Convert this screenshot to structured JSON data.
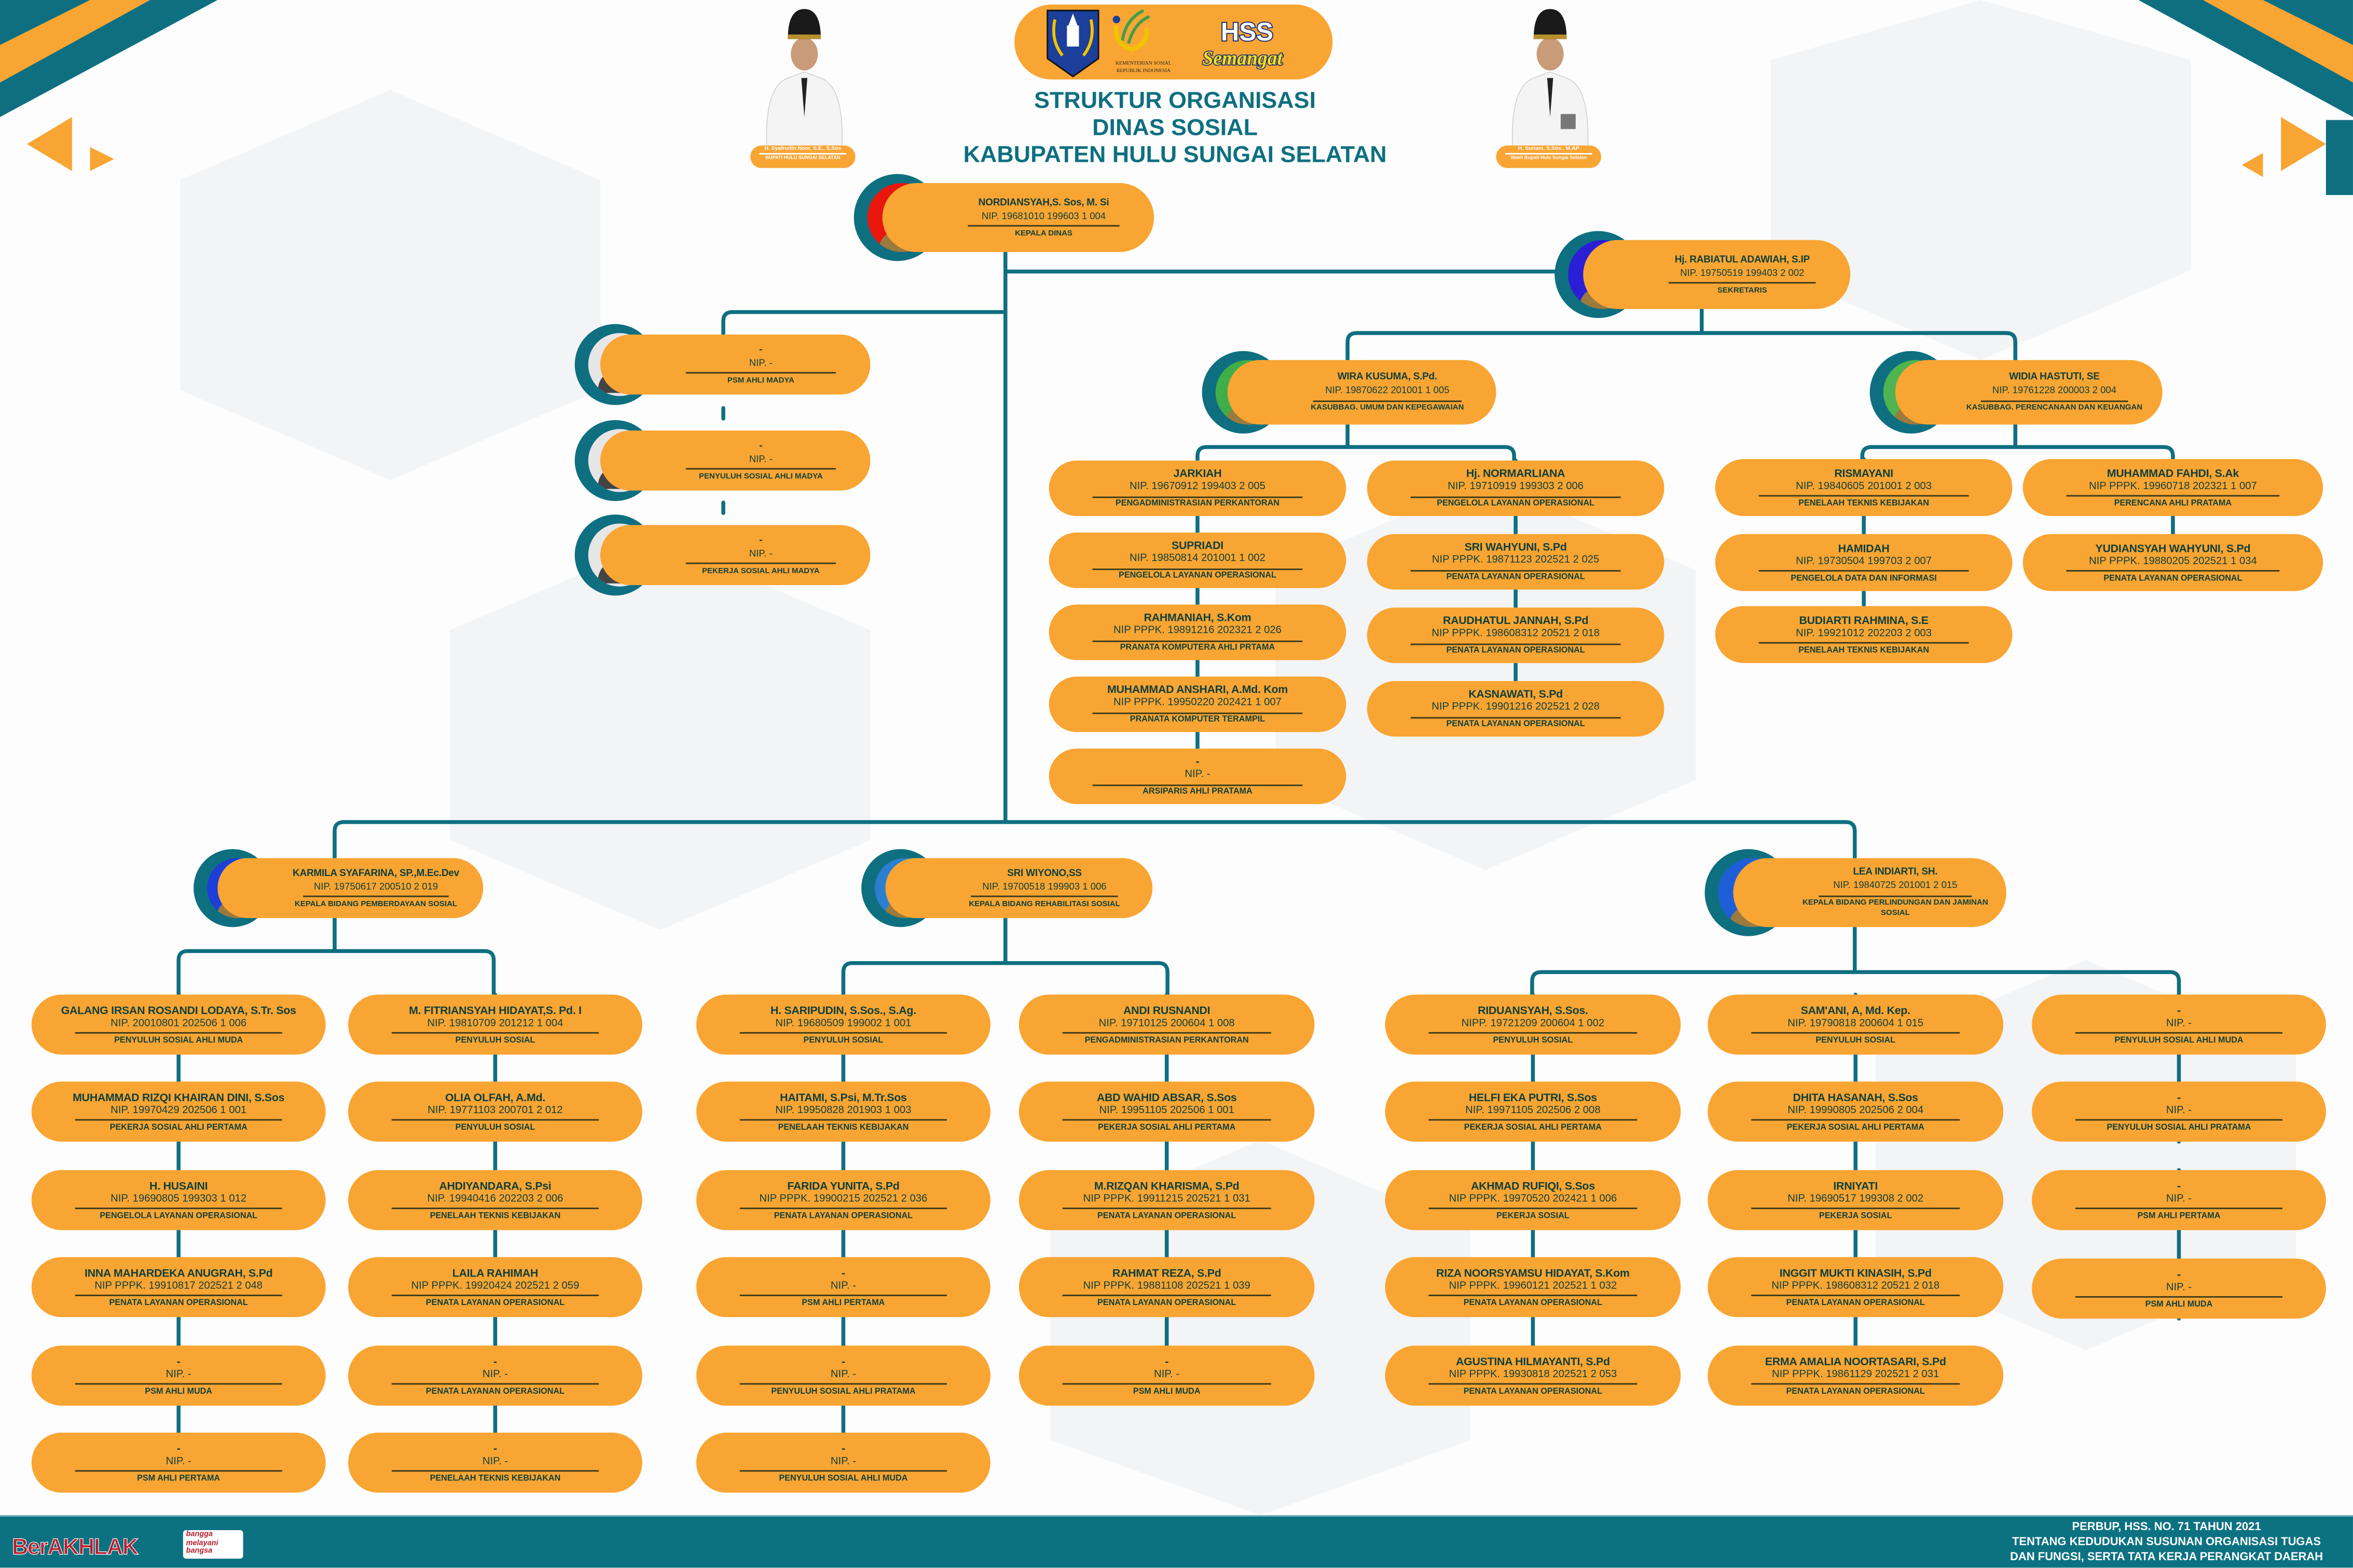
{
  "header": {
    "title_lines": [
      "STRUKTUR ORGANISASI",
      "DINAS SOSIAL",
      "KABUPATEN HULU SUNGAI SELATAN"
    ],
    "kemensos_logo_text": "KEMENTERIAN SOSIAL REPUBLIK INDONESIA",
    "brand_logo_text": "HSS Semangat"
  },
  "officials": [
    {
      "name": "H. Syafrudin Noor, S.E., S.Sos",
      "title": "BUPATI HULU SUNGAI SELATAN"
    },
    {
      "name": "H. Suriani, S.Sos., M.AP",
      "title": "Wakil Bupati Hulu Sungai Selatan"
    }
  ],
  "heads": {
    "kepala_dinas": {
      "name": "NORDIANSYAH,S. Sos, M. Si",
      "nip": "NIP. 19681010 199603 1 004",
      "position": "KEPALA DINAS",
      "photo_bg": "#e8160c"
    },
    "sekretaris": {
      "name": "Hj. RABIATUL ADAWIAH, S.IP",
      "nip": "NIP. 19750519 199403 2 002",
      "position": "SEKRETARIS",
      "photo_bg": "#2a1fd6"
    },
    "kasubbag_umum": {
      "name": "WIRA KUSUMA, S.Pd.",
      "nip": "NIP. 19870622 201001 1 005",
      "position": "KASUBBAG. UMUM DAN KEPEGAWAIAN",
      "photo_bg": "#3fae49"
    },
    "kasubbag_perencanaan": {
      "name": "WIDIA HASTUTI, SE",
      "nip": "NIP. 19761228 200003 2 004",
      "position": "KASUBBAG. PERENCANAAN DAN KEUANGAN",
      "photo_bg": "#4fb34f"
    },
    "kabid_pemberdayaan": {
      "name": "KARMILA SYAFARINA, SP.,M.Ec.Dev",
      "nip": "NIP. 19750617 200510 2 019",
      "position": "KEPALA BIDANG PEMBERDAYAAN SOSIAL",
      "photo_bg": "#1d3fd8"
    },
    "kabid_rehabilitasi": {
      "name": "SRI WIYONO,SS",
      "nip": "NIP. 19700518 199903 1 006",
      "position": "KEPALA BIDANG REHABILITASI SOSIAL",
      "photo_bg": "#2c7fd0"
    },
    "kabid_perlindungan": {
      "name": "LEA INDIARTI, SH.",
      "nip": "NIP. 19840725 201001 2 015",
      "position": "KEPALA BIDANG PERLINDUNGAN DAN JAMINAN SOSIAL",
      "photo_bg": "#1e5fd8"
    }
  },
  "groups": {
    "fungsional_kadis": [
      {
        "name": "-",
        "nip": "NIP. -",
        "position": "PSM AHLI MADYA"
      },
      {
        "name": "-",
        "nip": "NIP. -",
        "position": "PENYULUH SOSIAL AHLI MADYA"
      },
      {
        "name": "-",
        "nip": "NIP. -",
        "position": "PEKERJA SOSIAL AHLI MADYA"
      }
    ],
    "umum_col1": [
      {
        "name": "JARKIAH",
        "nip": "NIP. 19670912 199403 2 005",
        "position": "PENGADMINISTRASIAN PERKANTORAN"
      },
      {
        "name": "SUPRIADI",
        "nip": "NIP. 19850814 201001 1 002",
        "position": "PENGELOLA LAYANAN OPERASIONAL"
      },
      {
        "name": "RAHMANIAH, S.Kom",
        "nip": "NIP PPPK. 19891216 202321 2 026",
        "position": "PRANATA KOMPUTERA AHLI PRTAMA"
      },
      {
        "name": "MUHAMMAD ANSHARI, A.Md. Kom",
        "nip": "NIP PPPK. 19950220 202421 1 007",
        "position": "PRANATA KOMPUTER TERAMPIL"
      },
      {
        "name": "-",
        "nip": "NIP. -",
        "position": "ARSIPARIS AHLI PRATAMA"
      }
    ],
    "umum_col2": [
      {
        "name": "Hj. NORMARLIANA",
        "nip": "NIP. 19710919 199303 2 006",
        "position": "PENGELOLA LAYANAN OPERASIONAL"
      },
      {
        "name": "SRI WAHYUNI, S.Pd",
        "nip": "NIP PPPK. 19871123 202521 2 025",
        "position": "PENATA LAYANAN OPERASIONAL"
      },
      {
        "name": "RAUDHATUL JANNAH, S.Pd",
        "nip": "NIP PPPK. 198608312 20521 2 018",
        "position": "PENATA LAYANAN OPERASIONAL"
      },
      {
        "name": "KASNAWATI, S.Pd",
        "nip": "NIP PPPK. 19901216 202521 2 028",
        "position": "PENATA LAYANAN OPERASIONAL"
      }
    ],
    "perencanaan_col1": [
      {
        "name": "RISMAYANI",
        "nip": "NIP. 19840605 201001 2 003",
        "position": "PENELAAH TEKNIS KEBIJAKAN"
      },
      {
        "name": "HAMIDAH",
        "nip": "NIP. 19730504 199703 2 007",
        "position": "PENGELOLA DATA DAN INFORMASI"
      },
      {
        "name": "BUDIARTI RAHMINA, S.E",
        "nip": "NIP. 19921012 202203 2 003",
        "position": "PENELAAH TEKNIS KEBIJAKAN"
      }
    ],
    "perencanaan_col2": [
      {
        "name": "MUHAMMAD FAHDI, S.Ak",
        "nip": "NIP PPPK. 19960718 202321 1 007",
        "position": "PERENCANA AHLI PRATAMA"
      },
      {
        "name": "YUDIANSYAH WAHYUNI, S.Pd",
        "nip": "NIP PPPK. 19880205 202521 1 034",
        "position": "PENATA LAYANAN OPERASIONAL"
      }
    ],
    "pemberdayaan_col1": [
      {
        "name": "GALANG IRSAN ROSANDI LODAYA, S.Tr. Sos",
        "nip": "NIP. 20010801 202506 1 006",
        "position": "PENYULUH SOSIAL AHLI MUDA"
      },
      {
        "name": "MUHAMMAD RIZQI KHAIRAN DINI, S.Sos",
        "nip": "NIP. 19970429 202506 1 001",
        "position": "PEKERJA SOSIAL AHLI PERTAMA"
      },
      {
        "name": "H. HUSAINI",
        "nip": "NIP. 19690805 199303 1 012",
        "position": "PENGELOLA LAYANAN OPERASIONAL"
      },
      {
        "name": "INNA MAHARDEKA ANUGRAH, S.Pd",
        "nip": "NIP PPPK. 19910817 202521 2 048",
        "position": "PENATA LAYANAN OPERASIONAL"
      },
      {
        "name": "-",
        "nip": "NIP. -",
        "position": "PSM AHLI MUDA"
      },
      {
        "name": "-",
        "nip": "NIP. -",
        "position": "PSM AHLI PERTAMA"
      }
    ],
    "pemberdayaan_col2": [
      {
        "name": "M. FITRIANSYAH HIDAYAT,S. Pd. I",
        "nip": "NIP. 19810709 201212 1 004",
        "position": "PENYULUH SOSIAL"
      },
      {
        "name": "OLIA OLFAH, A.Md.",
        "nip": "NIP. 19771103 200701 2 012",
        "position": "PENYULUH SOSIAL"
      },
      {
        "name": "AHDIYANDARA, S.Psi",
        "nip": "NIP. 19940416 202203 2 006",
        "position": "PENELAAH TEKNIS KEBIJAKAN"
      },
      {
        "name": "LAILA RAHIMAH",
        "nip": "NIP PPPK. 19920424 202521 2 059",
        "position": "PENATA LAYANAN OPERASIONAL"
      },
      {
        "name": "-",
        "nip": "NIP. -",
        "position": "PENATA LAYANAN OPERASIONAL"
      },
      {
        "name": "-",
        "nip": "NIP. -",
        "position": "PENELAAH TEKNIS KEBIJAKAN"
      }
    ],
    "rehabilitasi_col1": [
      {
        "name": "H. SARIPUDIN, S.Sos., S.Ag.",
        "nip": "NIP. 19680509 199002 1 001",
        "position": "PENYULUH SOSIAL"
      },
      {
        "name": "HAITAMI, S.Psi, M.Tr.Sos",
        "nip": "NIP. 19950828 201903 1 003",
        "position": "PENELAAH TEKNIS KEBIJAKAN"
      },
      {
        "name": "FARIDA YUNITA, S.Pd",
        "nip": "NIP PPPK. 19900215 202521 2 036",
        "position": "PENATA LAYANAN OPERASIONAL"
      },
      {
        "name": "-",
        "nip": "NIP. -",
        "position": "PSM AHLI PERTAMA"
      },
      {
        "name": "-",
        "nip": "NIP. -",
        "position": "PENYULUH SOSIAL AHLI PRATAMA"
      },
      {
        "name": "-",
        "nip": "NIP. -",
        "position": "PENYULUH SOSIAL AHLI MUDA"
      }
    ],
    "rehabilitasi_col2": [
      {
        "name": "ANDI RUSNANDI",
        "nip": "NIP. 19710125 200604 1 008",
        "position": "PENGADMINISTRASIAN PERKANTORAN"
      },
      {
        "name": "ABD WAHID ABSAR, S.Sos",
        "nip": "NIP. 19951105 202506 1 001",
        "position": "PEKERJA SOSIAL AHLI PERTAMA"
      },
      {
        "name": "M.RIZQAN KHARISMA, S.Pd",
        "nip": "NIP PPPK. 19911215 202521 1 031",
        "position": "PENATA LAYANAN OPERASIONAL"
      },
      {
        "name": "RAHMAT REZA, S.Pd",
        "nip": "NIP PPPK. 19881108 202521 1 039",
        "position": "PENATA LAYANAN OPERASIONAL"
      },
      {
        "name": "-",
        "nip": "NIP. -",
        "position": "PSM AHLI MUDA"
      }
    ],
    "perlindungan_col1": [
      {
        "name": "RIDUANSYAH, S.Sos.",
        "nip": "NIPP. 19721209 200604 1 002",
        "position": "PENYULUH SOSIAL"
      },
      {
        "name": "HELFI EKA PUTRI, S.Sos",
        "nip": "NIP. 19971105 202506 2 008",
        "position": "PEKERJA SOSIAL AHLI PERTAMA"
      },
      {
        "name": "AKHMAD RUFIQI, S.Sos",
        "nip": "NIP PPPK. 19970520 202421 1 006",
        "position": "PEKERJA SOSIAL"
      },
      {
        "name": "RIZA NOORSYAMSU HIDAYAT, S.Kom",
        "nip": "NIP PPPK. 19960121 202521 1 032",
        "position": "PENATA LAYANAN OPERASIONAL"
      },
      {
        "name": "AGUSTINA HILMAYANTI, S.Pd",
        "nip": "NIP PPPK. 19930818 202521 2 053",
        "position": "PENATA LAYANAN OPERASIONAL"
      }
    ],
    "perlindungan_col2": [
      {
        "name": "SAM'ANI, A, Md. Kep.",
        "nip": "NIP. 19790818 200604 1 015",
        "position": "PENYULUH SOSIAL"
      },
      {
        "name": "DHITA HASANAH, S.Sos",
        "nip": "NIP. 19990805 202506 2 004",
        "position": "PEKERJA SOSIAL AHLI PERTAMA"
      },
      {
        "name": "IRNIYATI",
        "nip": "NIP. 19690517 199308 2 002",
        "position": "PEKERJA SOSIAL"
      },
      {
        "name": "INGGIT MUKTI KINASIH, S.Pd",
        "nip": "NIP PPPK. 198608312 20521 2 018",
        "position": "PENATA LAYANAN OPERASIONAL"
      },
      {
        "name": "ERMA AMALIA NOORTASARI, S.Pd",
        "nip": "NIP PPPK. 19861129 202521 2 031",
        "position": "PENATA LAYANAN OPERASIONAL"
      }
    ],
    "perlindungan_col3": [
      {
        "name": "-",
        "nip": "NIP. -",
        "position": "PENYULUH SOSIAL AHLI MUDA"
      },
      {
        "name": "-",
        "nip": "NIP. -",
        "position": "PENYULUH SOSIAL AHLI PRATAMA"
      },
      {
        "name": "-",
        "nip": "NIP. -",
        "position": "PSM AHLI PERTAMA"
      },
      {
        "name": "-",
        "nip": "NIP. -",
        "position": "PSM AHLI MUDA"
      }
    ]
  },
  "footer": {
    "logo_text": "BerAKHLAK",
    "logo_tagline": "bangga melayani bangsa",
    "reference_lines": [
      "PERBUP, HSS. NO. 71 TAHUN 2021",
      "TENTANG KEDUDUKAN SUSUNAN ORGANISASI TUGAS",
      "DAN FUNGSI, SERTA TATA KERJA PERANGKAT DAERAH"
    ]
  },
  "colors": {
    "teal": "#0e6f80",
    "orange": "#f9a533",
    "text": "#0f3f38",
    "footer": "#0c7282"
  }
}
